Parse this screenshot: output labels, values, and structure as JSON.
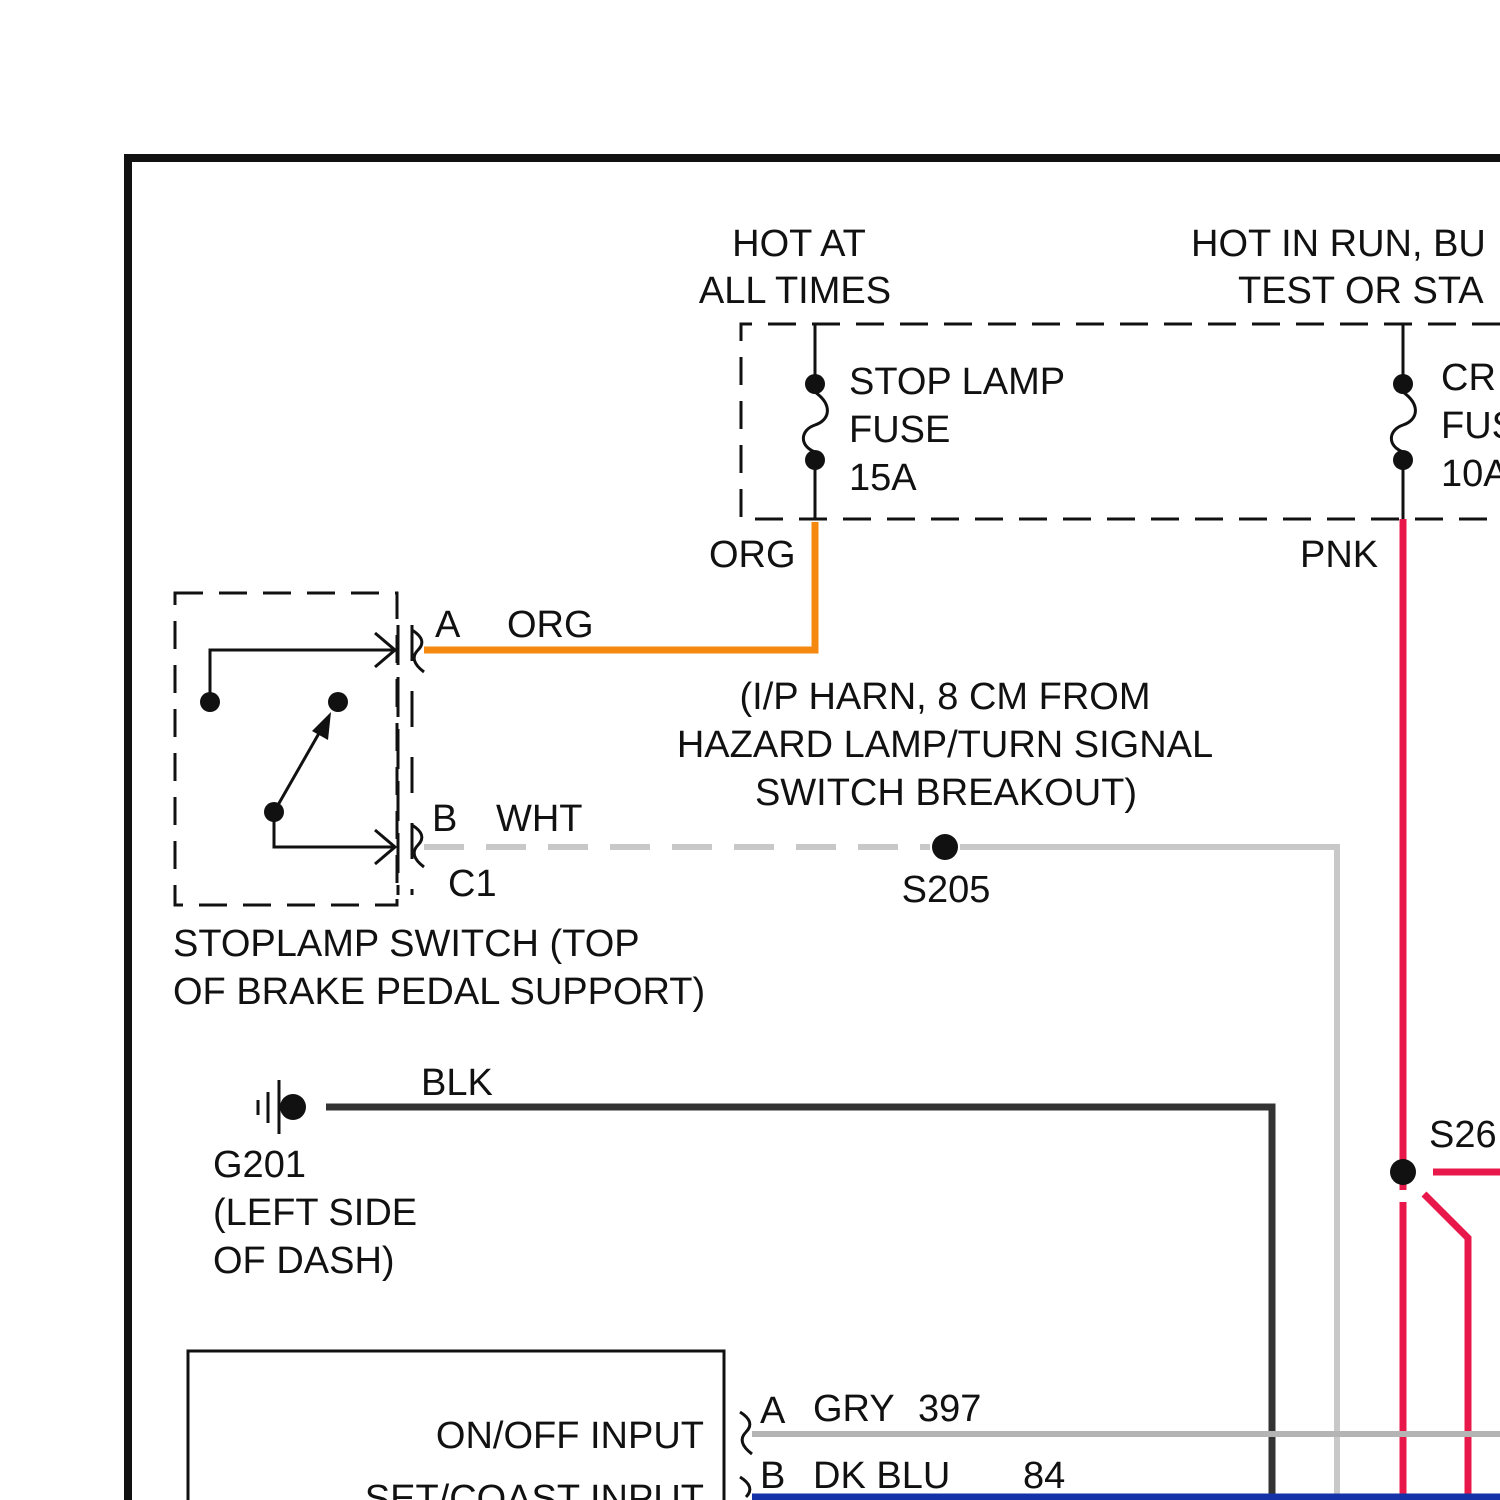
{
  "labels": {
    "hot_at_all_times_1": "HOT AT",
    "hot_at_all_times_2": "ALL TIMES",
    "hot_in_run_1": "HOT IN RUN, BU",
    "hot_in_run_2": "TEST OR STA",
    "stop_lamp_fuse_1": "STOP LAMP",
    "stop_lamp_fuse_2": "FUSE",
    "stop_lamp_fuse_3": "15A",
    "cr_fuse_1": "CR",
    "cr_fuse_2": "FUS",
    "cr_fuse_3": "10A",
    "org_wire_top": "ORG",
    "pnk_wire": "PNK",
    "pin_a": "A",
    "org_wire_pin_a": "ORG",
    "pin_b": "B",
    "wht_wire": "WHT",
    "connector_c1": "C1",
    "harness_note_1": "(I/P HARN, 8 CM FROM",
    "harness_note_2": "HAZARD LAMP/TURN SIGNAL",
    "harness_note_3": "SWITCH BREAKOUT)",
    "splice_s205": "S205",
    "stoplamp_switch_1": "STOPLAMP SWITCH (TOP",
    "stoplamp_switch_2": "OF BRAKE PEDAL SUPPORT)",
    "blk_wire": "BLK",
    "ground_g201": "G201",
    "ground_location_1": "(LEFT SIDE",
    "ground_location_2": "OF DASH)",
    "splice_s26": "S26",
    "module_pin_a": "A",
    "gry_wire": "GRY",
    "circuit_397": "397",
    "on_off_input": "ON/OFF INPUT",
    "module_pin_b": "B",
    "dk_blu_wire": "DK BLU",
    "circuit_84": "84",
    "set_coast_input": "SET/COAST INPUT"
  },
  "colors": {
    "org": "#f5890f",
    "pnk": "#e8194a",
    "wht": "#c8c8c8",
    "blk": "#333333",
    "gry": "#b4b4b4",
    "dk_blu": "#1632a8",
    "outline": "#111111"
  }
}
